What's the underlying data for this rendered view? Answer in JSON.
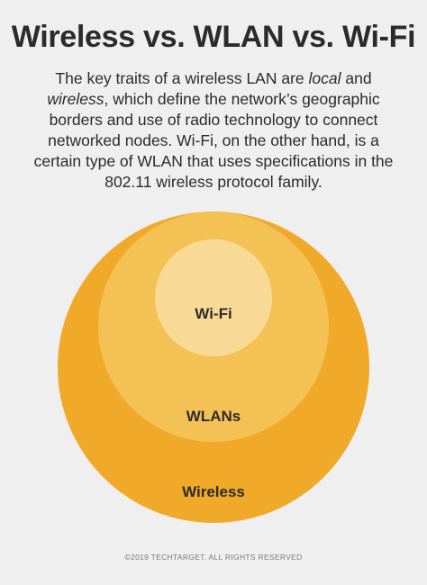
{
  "title": "Wireless vs. WLAN vs. Wi-Fi",
  "description": {
    "part1": "The key traits of a wireless LAN are ",
    "local": "local",
    "part2": " and ",
    "wireless": "wireless",
    "part3": ", which define the network’s geographic borders and use of radio technology to connect networked nodes. Wi-Fi, on the other hand, is a certain type of WLAN that uses specifications in the 802.11 wireless protocol family."
  },
  "diagram": {
    "outer_label": "Wireless",
    "middle_label": "WLANs",
    "inner_label": "Wi-Fi",
    "colors": {
      "outer": "#f0a928",
      "middle": "#f4c155",
      "inner": "#f8da96",
      "text": "#2b2b2b"
    }
  },
  "copyright": "©2019 TECHTARGET. ALL RIGHTS RESERVED"
}
